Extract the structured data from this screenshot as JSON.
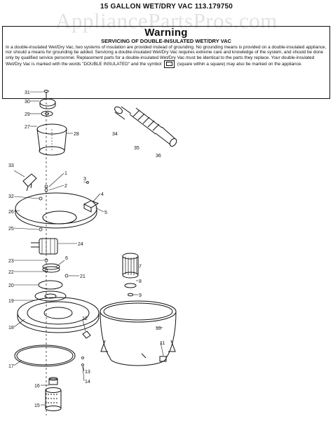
{
  "title": "15 GALLON WET/DRY VAC 113.179750",
  "watermark": "AppliancePartsPros.com",
  "warning": {
    "heading": "Warning",
    "subheading": "SERVICING OF DOUBLE-INSULATED WET/DRY VAC",
    "body_1": "In a double-insulated Wet/Dry Vac, two systems of insulation are provided instead of grounding. No grounding means is provided on a double-insulated appliance, nor should a means for grounding be added. Servicing a double-insulated Wet/Dry Vac requires extreme care and knowledge of the system, and should be done only by qualified service personnel. Replacement parts for a double-insulated Wet/Dry Vac must be identical to the parts they replace. Your double-insulated Wet/Dry Vac is marked with the words \"DOUBLE INSULATED\" and the symbol",
    "body_2": "(square within a square) may also be marked on the appliance."
  },
  "part_numbers": [
    "31",
    "30",
    "29",
    "27",
    "28",
    "34",
    "35",
    "36",
    "33",
    "1",
    "2",
    "3",
    "4",
    "5",
    "32",
    "26",
    "25",
    "24",
    "23",
    "22",
    "6",
    "7",
    "21",
    "20",
    "8",
    "9",
    "19",
    "18",
    "12",
    "10",
    "11",
    "17",
    "13",
    "14",
    "16",
    "15"
  ]
}
